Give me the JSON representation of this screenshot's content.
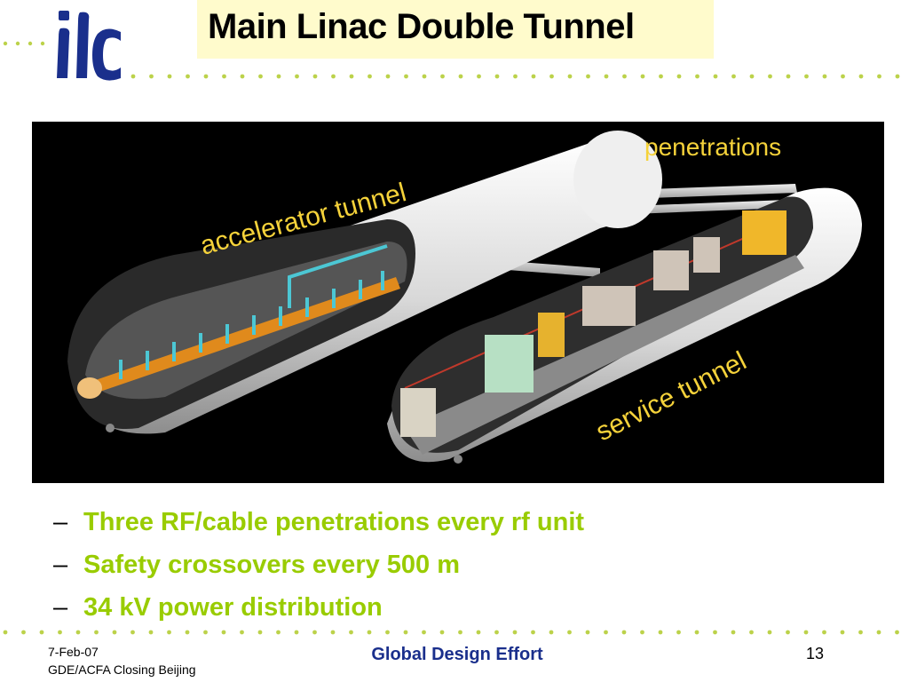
{
  "header": {
    "logo_text": "ilc",
    "title": "Main Linac Double Tunnel"
  },
  "figure": {
    "labels": {
      "accelerator": "accelerator tunnel",
      "penetrations": "penetrations",
      "service": "service tunnel"
    }
  },
  "bullets": [
    {
      "dash": "–",
      "text": "Three RF/cable penetrations every rf unit"
    },
    {
      "dash": "–",
      "text": "Safety crossovers every 500 m"
    },
    {
      "dash": "–",
      "text": "34 kV power distribution"
    }
  ],
  "footer": {
    "date": "7-Feb-07",
    "event": "GDE/ACFA Closing Beijing",
    "center": "Global Design Effort",
    "page_number": "13"
  },
  "colors": {
    "title_bg": "#fffbcc",
    "bullet_text": "#99cc00",
    "logo": "#1a2f8c",
    "dots": "#bcd24a",
    "figure_label": "#f5d23a"
  }
}
